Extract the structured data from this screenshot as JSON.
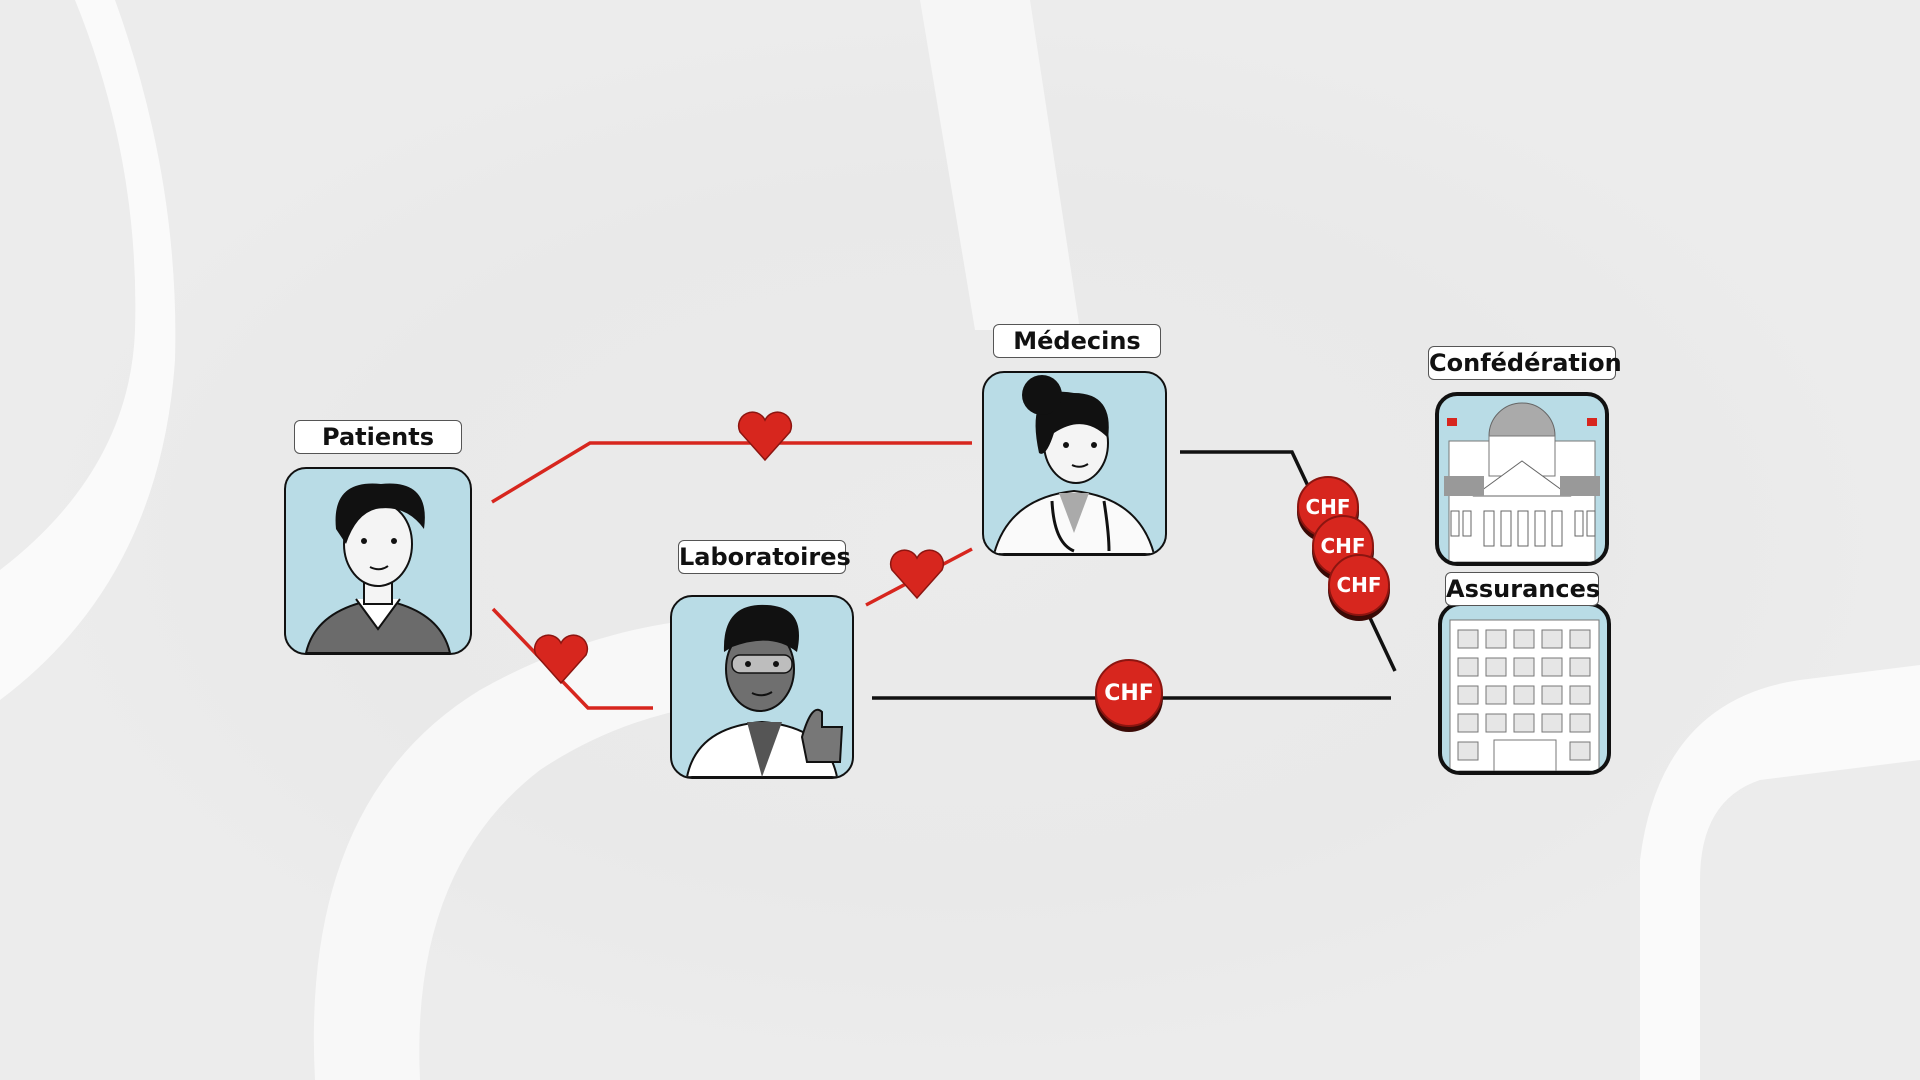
{
  "nodes": {
    "patients": {
      "label": "Patients"
    },
    "laboratoires": {
      "label": "Laboratoires"
    },
    "medecins": {
      "label": "Médecins"
    },
    "confederation": {
      "label": "Confédération"
    },
    "assurances": {
      "label": "Assurances"
    }
  },
  "flows": {
    "coin_label": "CHF",
    "care_icon": "heart-icon",
    "care_color": "#d7261e",
    "money_color": "#111111"
  }
}
